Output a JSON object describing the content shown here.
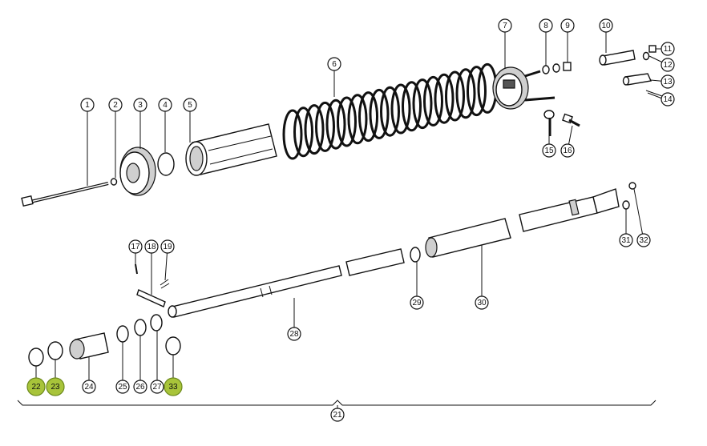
{
  "diagram": {
    "callouts": [
      {
        "n": "1"
      },
      {
        "n": "2"
      },
      {
        "n": "3"
      },
      {
        "n": "4"
      },
      {
        "n": "5"
      },
      {
        "n": "6"
      },
      {
        "n": "7"
      },
      {
        "n": "8"
      },
      {
        "n": "9"
      },
      {
        "n": "10"
      },
      {
        "n": "11"
      },
      {
        "n": "12"
      },
      {
        "n": "13"
      },
      {
        "n": "14"
      },
      {
        "n": "15"
      },
      {
        "n": "16"
      },
      {
        "n": "17"
      },
      {
        "n": "18"
      },
      {
        "n": "19"
      },
      {
        "n": "21"
      },
      {
        "n": "22"
      },
      {
        "n": "23"
      },
      {
        "n": "24"
      },
      {
        "n": "25"
      },
      {
        "n": "26"
      },
      {
        "n": "27"
      },
      {
        "n": "28"
      },
      {
        "n": "29"
      },
      {
        "n": "30"
      },
      {
        "n": "31"
      },
      {
        "n": "32"
      },
      {
        "n": "33"
      }
    ],
    "highlighted": [
      "22",
      "23",
      "33"
    ],
    "highlight_color": "#a8c43a"
  }
}
